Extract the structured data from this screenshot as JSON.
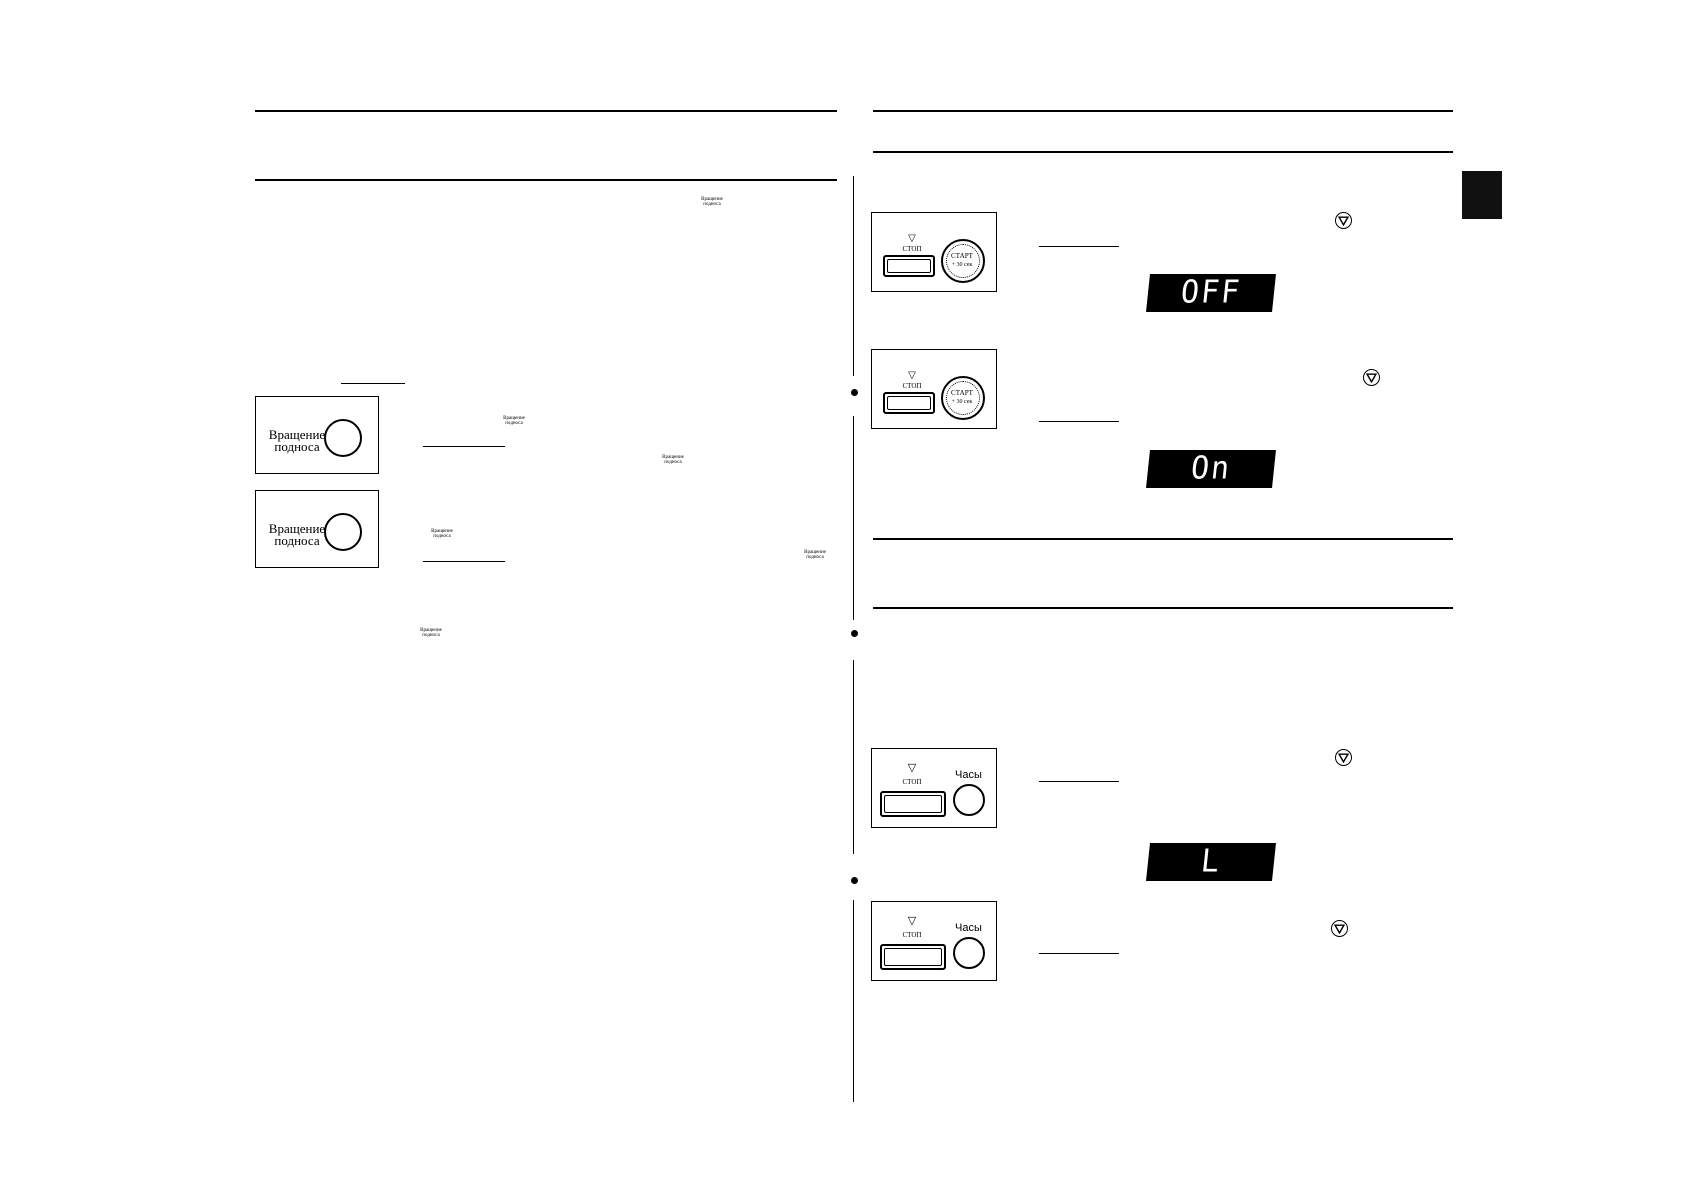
{
  "left_column": {
    "rotation_button_label": "Вращение подноса",
    "inline_labels": [
      "Вращение подноса",
      "Вращение подноса",
      "Вращение подноса",
      "Вращение подноса",
      "Вращение подноса",
      "Вращение подноса"
    ]
  },
  "right_column": {
    "stop_label": "СТОП",
    "start_label_line1": "СТАРТ",
    "start_label_line2": "+ 30 сек",
    "clock_label": "Часы",
    "displays": [
      "OFF",
      "On",
      "L"
    ]
  },
  "colors": {
    "ink": "#000000",
    "paper": "#ffffff"
  }
}
